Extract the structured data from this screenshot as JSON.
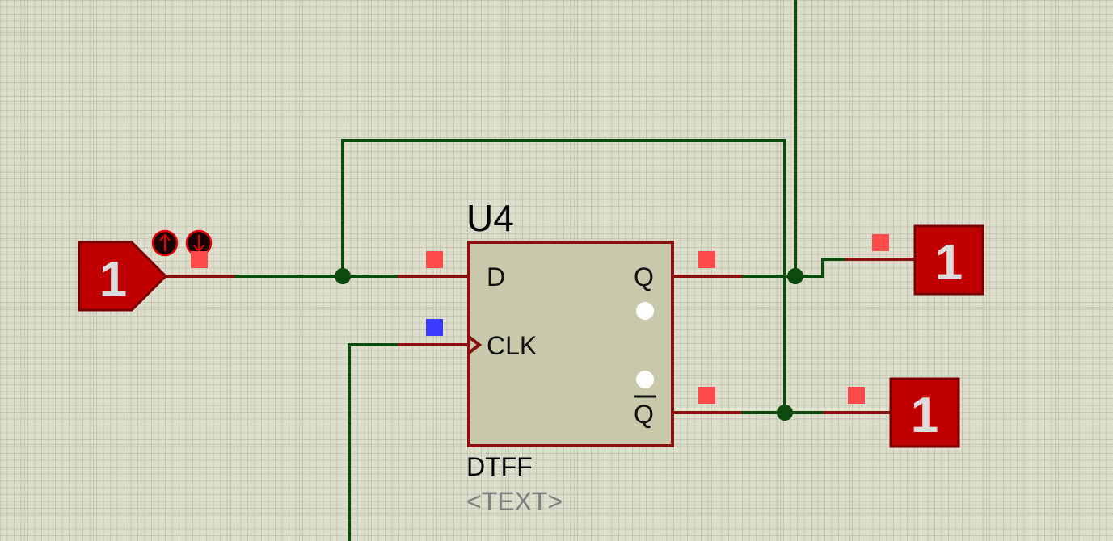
{
  "component": {
    "reference": "U4",
    "type": "DTFF",
    "text_property": "<TEXT>",
    "pins": {
      "d": "D",
      "clk": "CLK",
      "q": "Q",
      "qbar": "Q"
    }
  },
  "input_terminal": {
    "value": "1",
    "controls": [
      "rising-edge-icon",
      "falling-edge-icon"
    ]
  },
  "output_q": {
    "value": "1"
  },
  "output_qbar": {
    "value": "1"
  },
  "colors": {
    "wire": "#0d4a0d",
    "pin_wire": "#8b1111",
    "logic_high_probe": "#ff4a4a",
    "logic_low_probe": "#3b3bff",
    "terminal": "#c00000",
    "ic_body": "#c8c8aa",
    "background": "#dedecc"
  }
}
